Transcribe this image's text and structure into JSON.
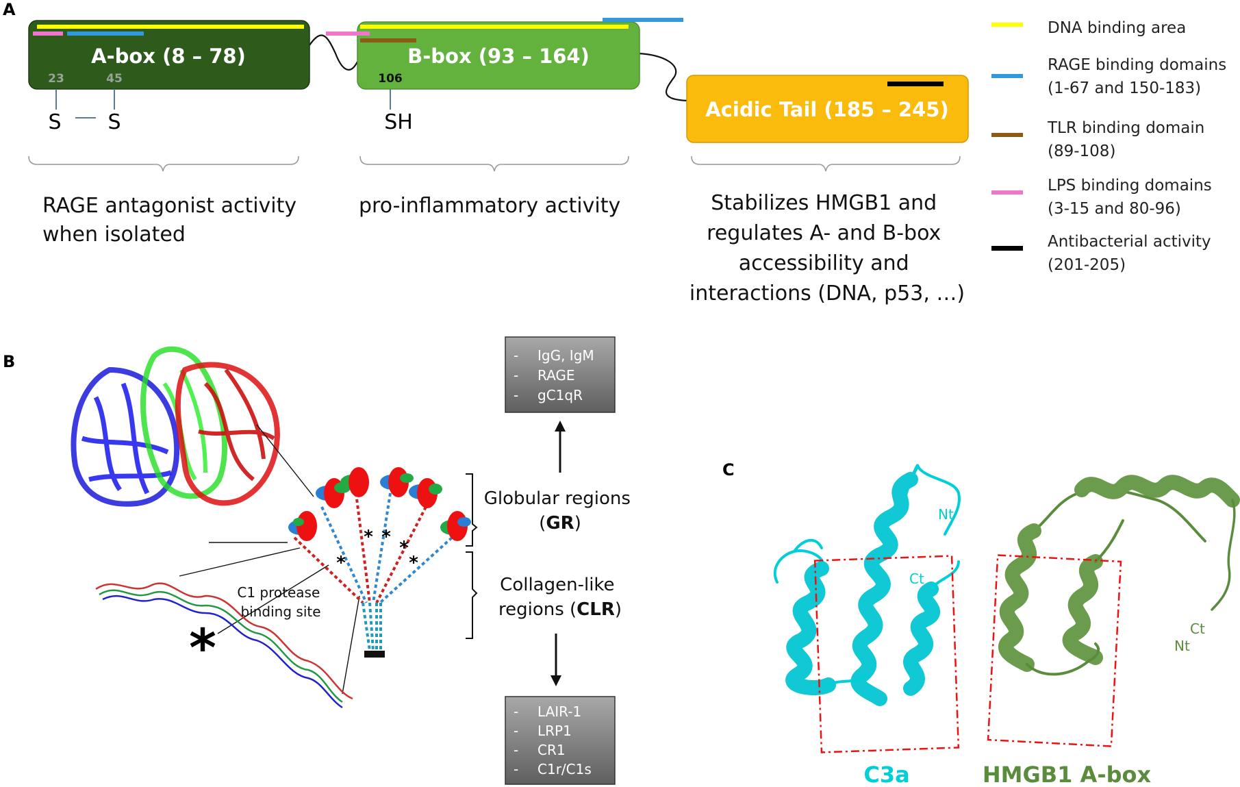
{
  "panel_a": {
    "letter": "A",
    "abox_label": "A-box (8 – 78)",
    "bbox_label": "B-box (93 – 164)",
    "tail_label": "Acidic Tail (185 – 245)",
    "res_23": "23",
    "res_45": "45",
    "res_106": "106",
    "s_left": "S",
    "s_right": "S",
    "sh": "SH",
    "desc_a": [
      "RAGE antagonist activity",
      "when isolated"
    ],
    "desc_b": [
      "pro-inflammatory activity"
    ],
    "desc_c": [
      "Stabilizes HMGB1 and",
      "regulates A- and B-box",
      "accessibility and",
      "interactions (DNA, p53, …)"
    ],
    "colors": {
      "abox": "#2e5a1c",
      "bbox": "#63b23e",
      "tail": "#fbbb0d",
      "dna": "#ffff00",
      "rage": "#3399dd",
      "tlr": "#8b5a14",
      "lps": "#ee77cc",
      "antibacterial": "#000000"
    },
    "legend": [
      {
        "key": "dna",
        "lines": [
          "DNA binding area"
        ]
      },
      {
        "key": "rage",
        "lines": [
          "RAGE binding domains",
          "(1-67 and 150-183)"
        ]
      },
      {
        "key": "tlr",
        "lines": [
          "TLR binding domain",
          "(89-108)"
        ]
      },
      {
        "key": "lps",
        "lines": [
          "LPS binding domains",
          "(3-15 and 80-96)"
        ]
      },
      {
        "key": "antibacterial",
        "lines": [
          "Antibacterial activity",
          "(201-205)"
        ]
      }
    ]
  },
  "panel_b": {
    "letter": "B",
    "top_box": [
      "IgG, IgM",
      "RAGE",
      "gC1qR"
    ],
    "bottom_box": [
      "LAIR-1",
      "LRP1",
      "CR1",
      "C1r/C1s"
    ],
    "bullet": "-",
    "globular": {
      "line1": "Globular regions",
      "open": "(",
      "bold": "GR",
      "close": ")"
    },
    "collagen": {
      "line1": "Collagen-like",
      "pre": "regions (",
      "bold": "CLR",
      "close": ")"
    },
    "c1_label": [
      "C1 protease",
      "binding site"
    ],
    "asterisk": "*"
  },
  "panel_c": {
    "letter": "C",
    "c3a_label": "C3a",
    "hmgb1_label": "HMGB1 A-box",
    "nt": "Nt",
    "ct": "Ct",
    "colors": {
      "c3a": "#00cfd8",
      "hmgb1": "#5b8c3e",
      "box": "#ee1111"
    }
  }
}
